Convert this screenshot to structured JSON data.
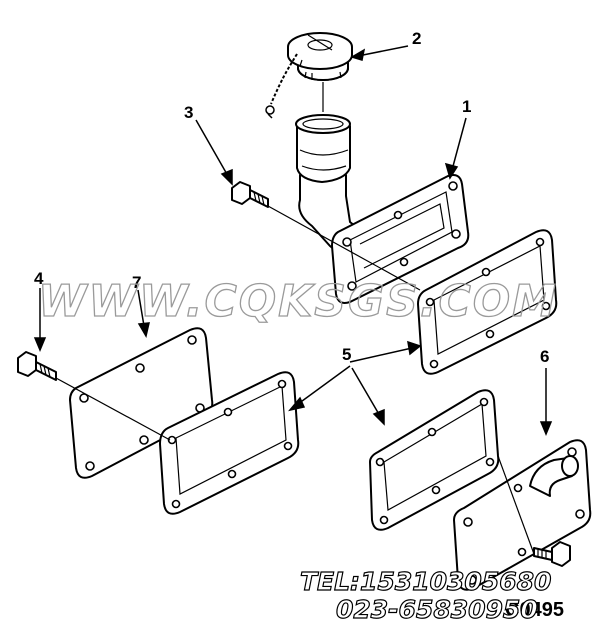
{
  "diagram": {
    "callouts": [
      {
        "id": "1",
        "label": "1"
      },
      {
        "id": "2",
        "label": "2"
      },
      {
        "id": "3",
        "label": "3"
      },
      {
        "id": "4",
        "label": "4"
      },
      {
        "id": "5",
        "label": "5"
      },
      {
        "id": "6",
        "label": "6"
      },
      {
        "id": "7",
        "label": "7"
      }
    ],
    "watermark": "WWW.CQKSGS.COM",
    "contact": {
      "tel": "TEL:15310305680",
      "phone": "023-65830950"
    },
    "part_code": "C0495"
  }
}
